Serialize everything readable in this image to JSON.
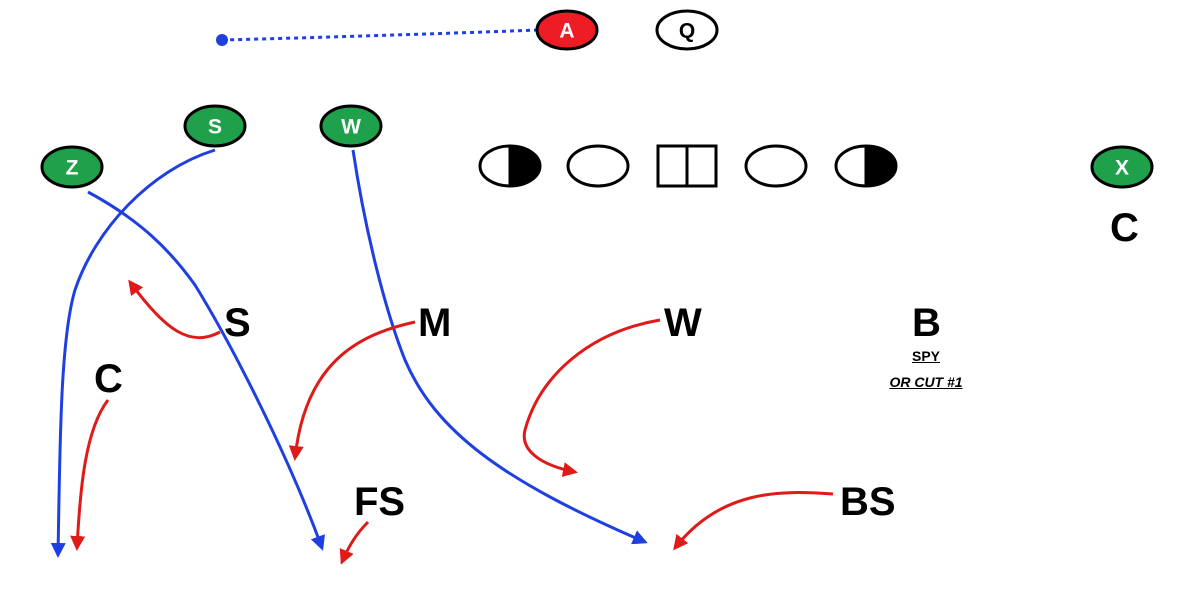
{
  "colors": {
    "offense_fill": "#1fa04a",
    "running_back_fill": "#ee1c24",
    "offense_route": "#1f3fe0",
    "defense_route": "#e01919",
    "outline": "#000000"
  },
  "offense": {
    "running_back": "A",
    "quarterback": "Q",
    "receivers": {
      "z": "Z",
      "s": "S",
      "w": "W",
      "x": "X"
    },
    "line": [
      "tackle-left",
      "guard-left",
      "center",
      "guard-right",
      "tackle-right"
    ]
  },
  "defense": {
    "corner_left": "C",
    "corner_right": "C",
    "sam": "S",
    "mike": "M",
    "will": "W",
    "buck": "B",
    "free_safety": "FS",
    "boundary_safety": "BS",
    "buck_note_1": "SPY",
    "buck_note_2": "OR CUT #1"
  },
  "icons": [
    "route-arrow",
    "motion-dot"
  ]
}
